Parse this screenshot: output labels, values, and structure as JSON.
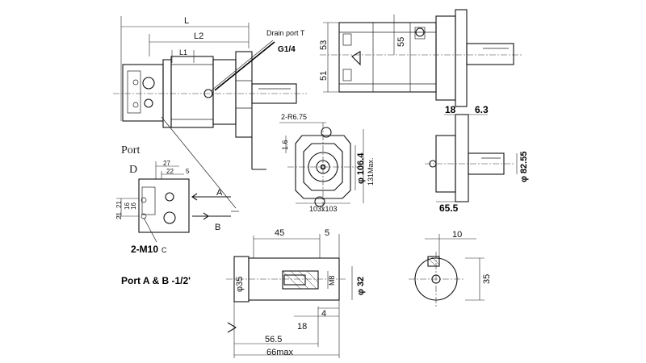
{
  "labels": {
    "L": "L",
    "L2": "L2",
    "L1": "L1",
    "drain_port": "Drain port T",
    "g14": "G1/4",
    "dim53": "53",
    "dim51": "51",
    "dim55": "55",
    "dim18a": "18",
    "dim63": "6.3",
    "r675": "2-R6.75",
    "dim16": "1.6",
    "dia1064": "φ 106.4",
    "max131": "131Max.",
    "sq103": "103x103",
    "dia8255": "φ 82.55",
    "dim655": "65.5",
    "port": "Port",
    "d": "D",
    "dim27": "27",
    "dim22": "22",
    "dim5a": "5",
    "dim16b": "16",
    "dim21a": "21",
    "dim21b": "21",
    "dim16c": "16",
    "a": "A",
    "b": "B",
    "m10": "2-M10",
    "c": "C",
    "port_ab": "Port A & B -1/2'",
    "dim45": "45",
    "dim5b": "5",
    "dia35": "φ35",
    "m8": "M8",
    "dia32": "φ 32",
    "dim4": "4",
    "dim18b": "18",
    "dim565": "56.5",
    "max66": "66max",
    "dim10": "10",
    "dim35": "35"
  }
}
